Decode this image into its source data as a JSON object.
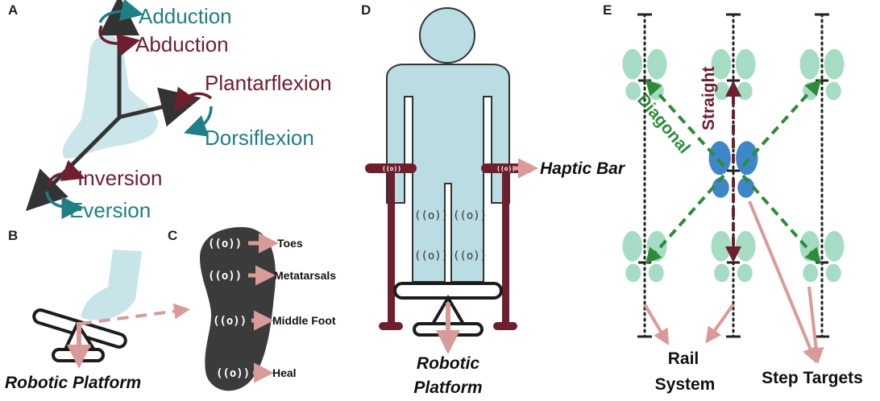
{
  "panels": {
    "a": {
      "letter": "A",
      "labels": {
        "adduction": "Adduction",
        "abduction": "Abduction",
        "plantarflexion": "Plantarflexion",
        "dorsiflexion": "Dorsiflexion",
        "inversion": "Inversion",
        "eversion": "Eversion"
      }
    },
    "b": {
      "letter": "B",
      "caption": "Robotic Platform"
    },
    "c": {
      "letter": "C",
      "labels": {
        "toes": "Toes",
        "metatarsals": "Metatarsals",
        "middle_foot": "Middle Foot",
        "heal": "Heal"
      },
      "vibration_symbol": "((o))"
    },
    "d": {
      "letter": "D",
      "haptic_bar": "Haptic Bar",
      "caption_line1": "Robotic",
      "caption_line2": "Platform",
      "vibration_symbol": "((o))"
    },
    "e": {
      "letter": "E",
      "straight": "Straight",
      "diagonal": "Diagonal",
      "rail_line1": "Rail",
      "rail_line2": "System",
      "step_targets": "Step Targets"
    }
  },
  "colors": {
    "maroon": "#6e1f2e",
    "teal": "#1f7f86",
    "pink_arrow": "#d99a9a",
    "light_blue": "#b9dde3",
    "insole": "#3b3b3b",
    "mint_foot": "#a6dcc4",
    "blue_foot": "#3f86c9",
    "green_arrow": "#2e8b3a"
  }
}
